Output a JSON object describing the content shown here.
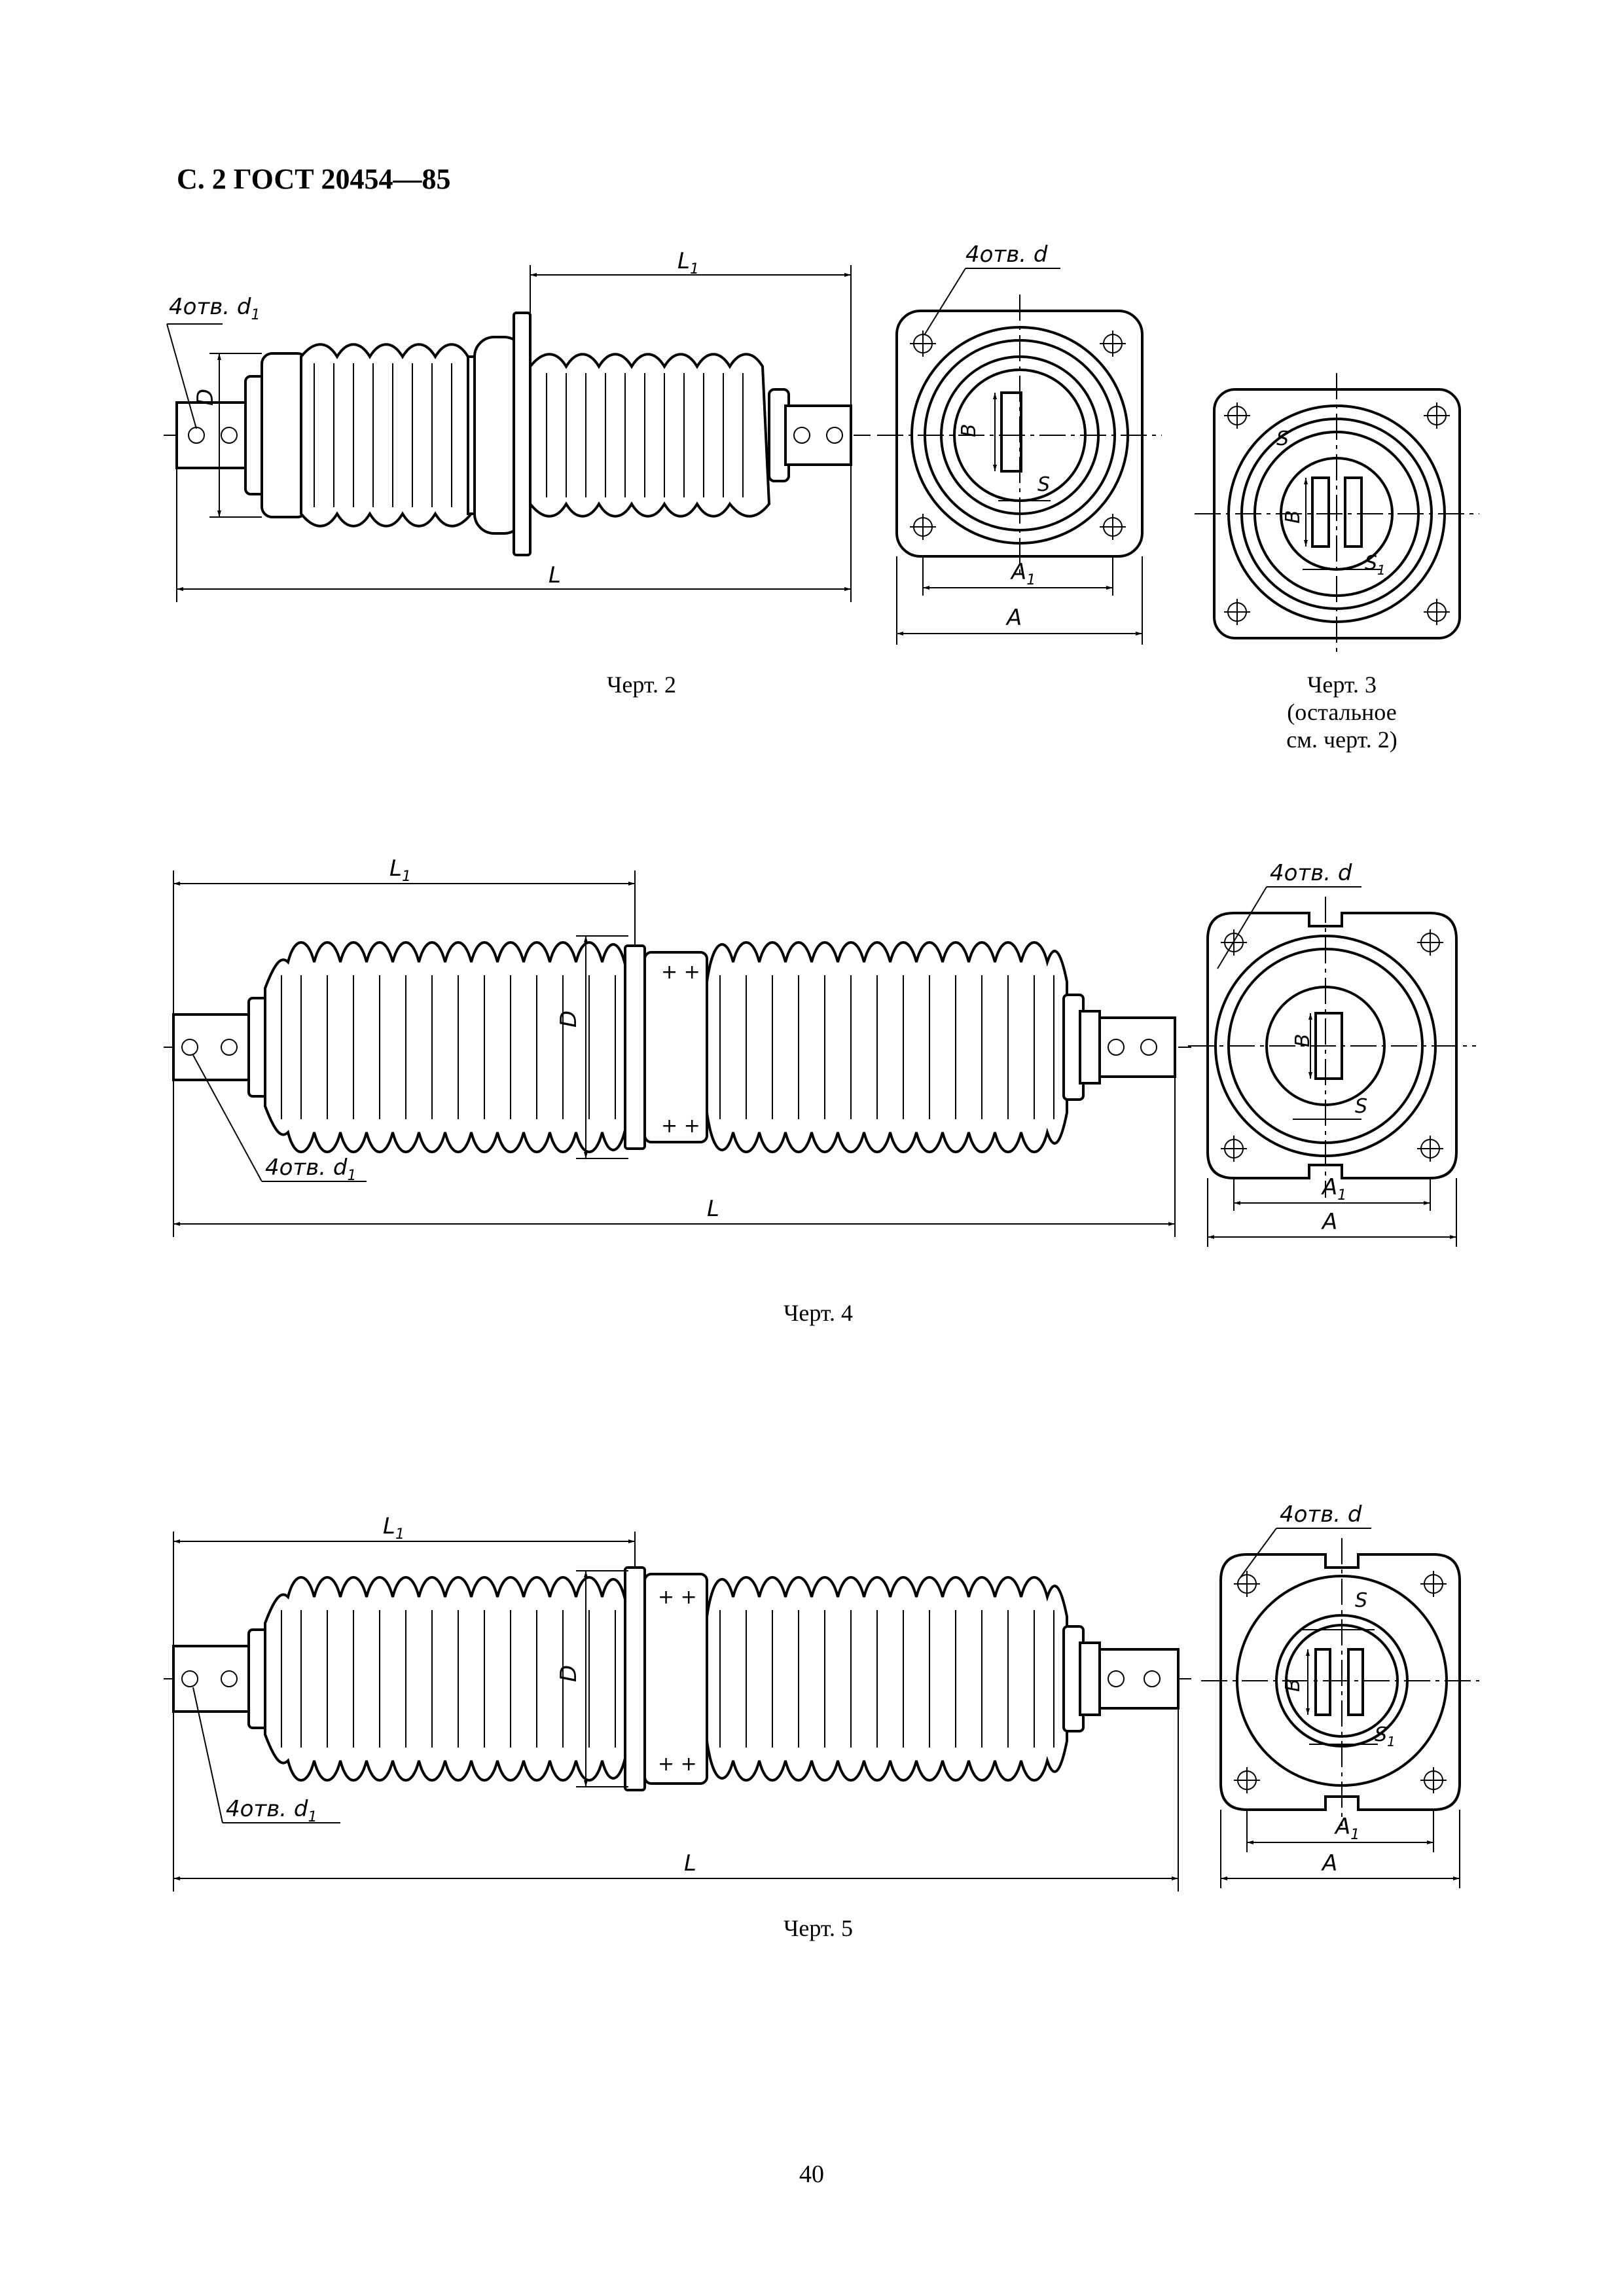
{
  "header": {
    "title": "С. 2 ГОСТ 20454—85"
  },
  "captions": {
    "fig2": "Черт. 2",
    "fig3_line1": "Черт. 3",
    "fig3_line2": "(остальное",
    "fig3_line3": "см. черт. 2)",
    "fig4": "Черт. 4",
    "fig5": "Черт. 5"
  },
  "labels": {
    "L": "L",
    "L1": "L",
    "sub1": "1",
    "D": "D",
    "A": "A",
    "A1": "A",
    "B": "B",
    "S": "S",
    "S1": "S",
    "holes_d": "4отв. d",
    "holes_d1": "4отв. d"
  },
  "page_number": "40"
}
